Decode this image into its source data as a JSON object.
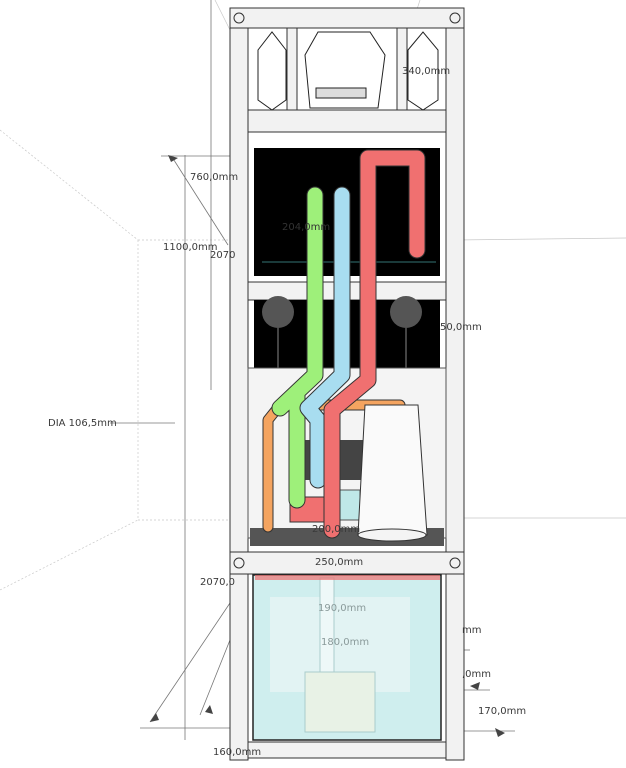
{
  "model": {
    "dimensions": {
      "d760": "760,0mm",
      "d1100": "1100,0mm",
      "d2070_top": "2070",
      "d204": "204,0mm",
      "d340": "340,0mm",
      "d50": "50,0mm",
      "dia": "DIA 106,5mm",
      "d200": "200,0mm",
      "d250": "250,0mm",
      "d2070_bottom": "2070,0",
      "d190": "190,0mm",
      "d180": "180,0mm",
      "d_mm_partial": "mm",
      "d_0mm_partial": ",0mm",
      "d170": "170,0mm",
      "d160": "160,0mm"
    },
    "colors": {
      "pipe_green": "#9ef07a",
      "pipe_blue": "#a8ddf0",
      "pipe_red": "#f07070",
      "pipe_orange": "#f4a460",
      "frame": "#f0f0f0",
      "glass": "#cfeeee"
    }
  }
}
